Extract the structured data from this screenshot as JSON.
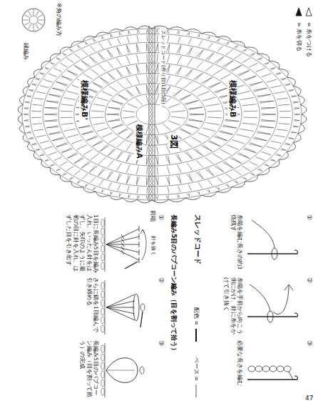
{
  "diagram": {
    "title": "3図",
    "labels": [
      "模様編みB",
      "模様編みA",
      "模様編みB'",
      "スレッドコード(作り目)1目(5段)",
      "前端",
      "縁編み",
      "※角の編み方",
      "スレッドコード",
      "①",
      "糸端を編む長さの約3倍残す",
      "②",
      "糸端を手前から向こう側にかけ、針に糸をかけて引き抜く",
      "③",
      "必要な長さを編む",
      "長編み5目のパプコーン編み（目を割って拾う）",
      "①",
      "1目に長編み5目を編み入れ、いったん針をはずし、矢印のように最初の目に針を入れ、はずした目を引き出す",
      "②",
      "さらに鎖を1目編んで引き締める",
      "③",
      "長編み5目のパプコーン編み（目を割って拾う）の完成",
      "針を抜く",
      "47"
    ],
    "legend": [
      {
        "text": "= 糸をつける"
      },
      {
        "text": "= 糸を切る"
      },
      {
        "text": "配色 ="
      },
      {
        "text": "ベース ="
      }
    ]
  }
}
